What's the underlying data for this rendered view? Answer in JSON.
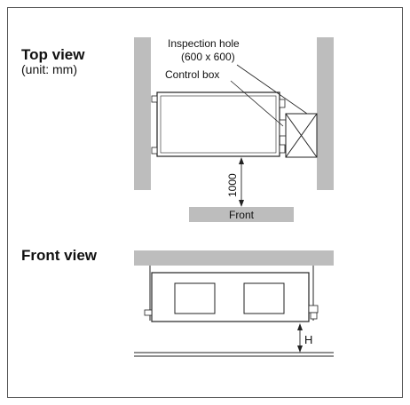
{
  "top_view": {
    "title": "Top view",
    "unit_note": "(unit: mm)",
    "inspection_hole_label": "Inspection hole",
    "inspection_hole_size": "(600 x 600)",
    "control_box_label": "Control box",
    "distance_value": "1000",
    "front_label": "Front"
  },
  "front_view": {
    "title": "Front view",
    "height_label": "H"
  }
}
